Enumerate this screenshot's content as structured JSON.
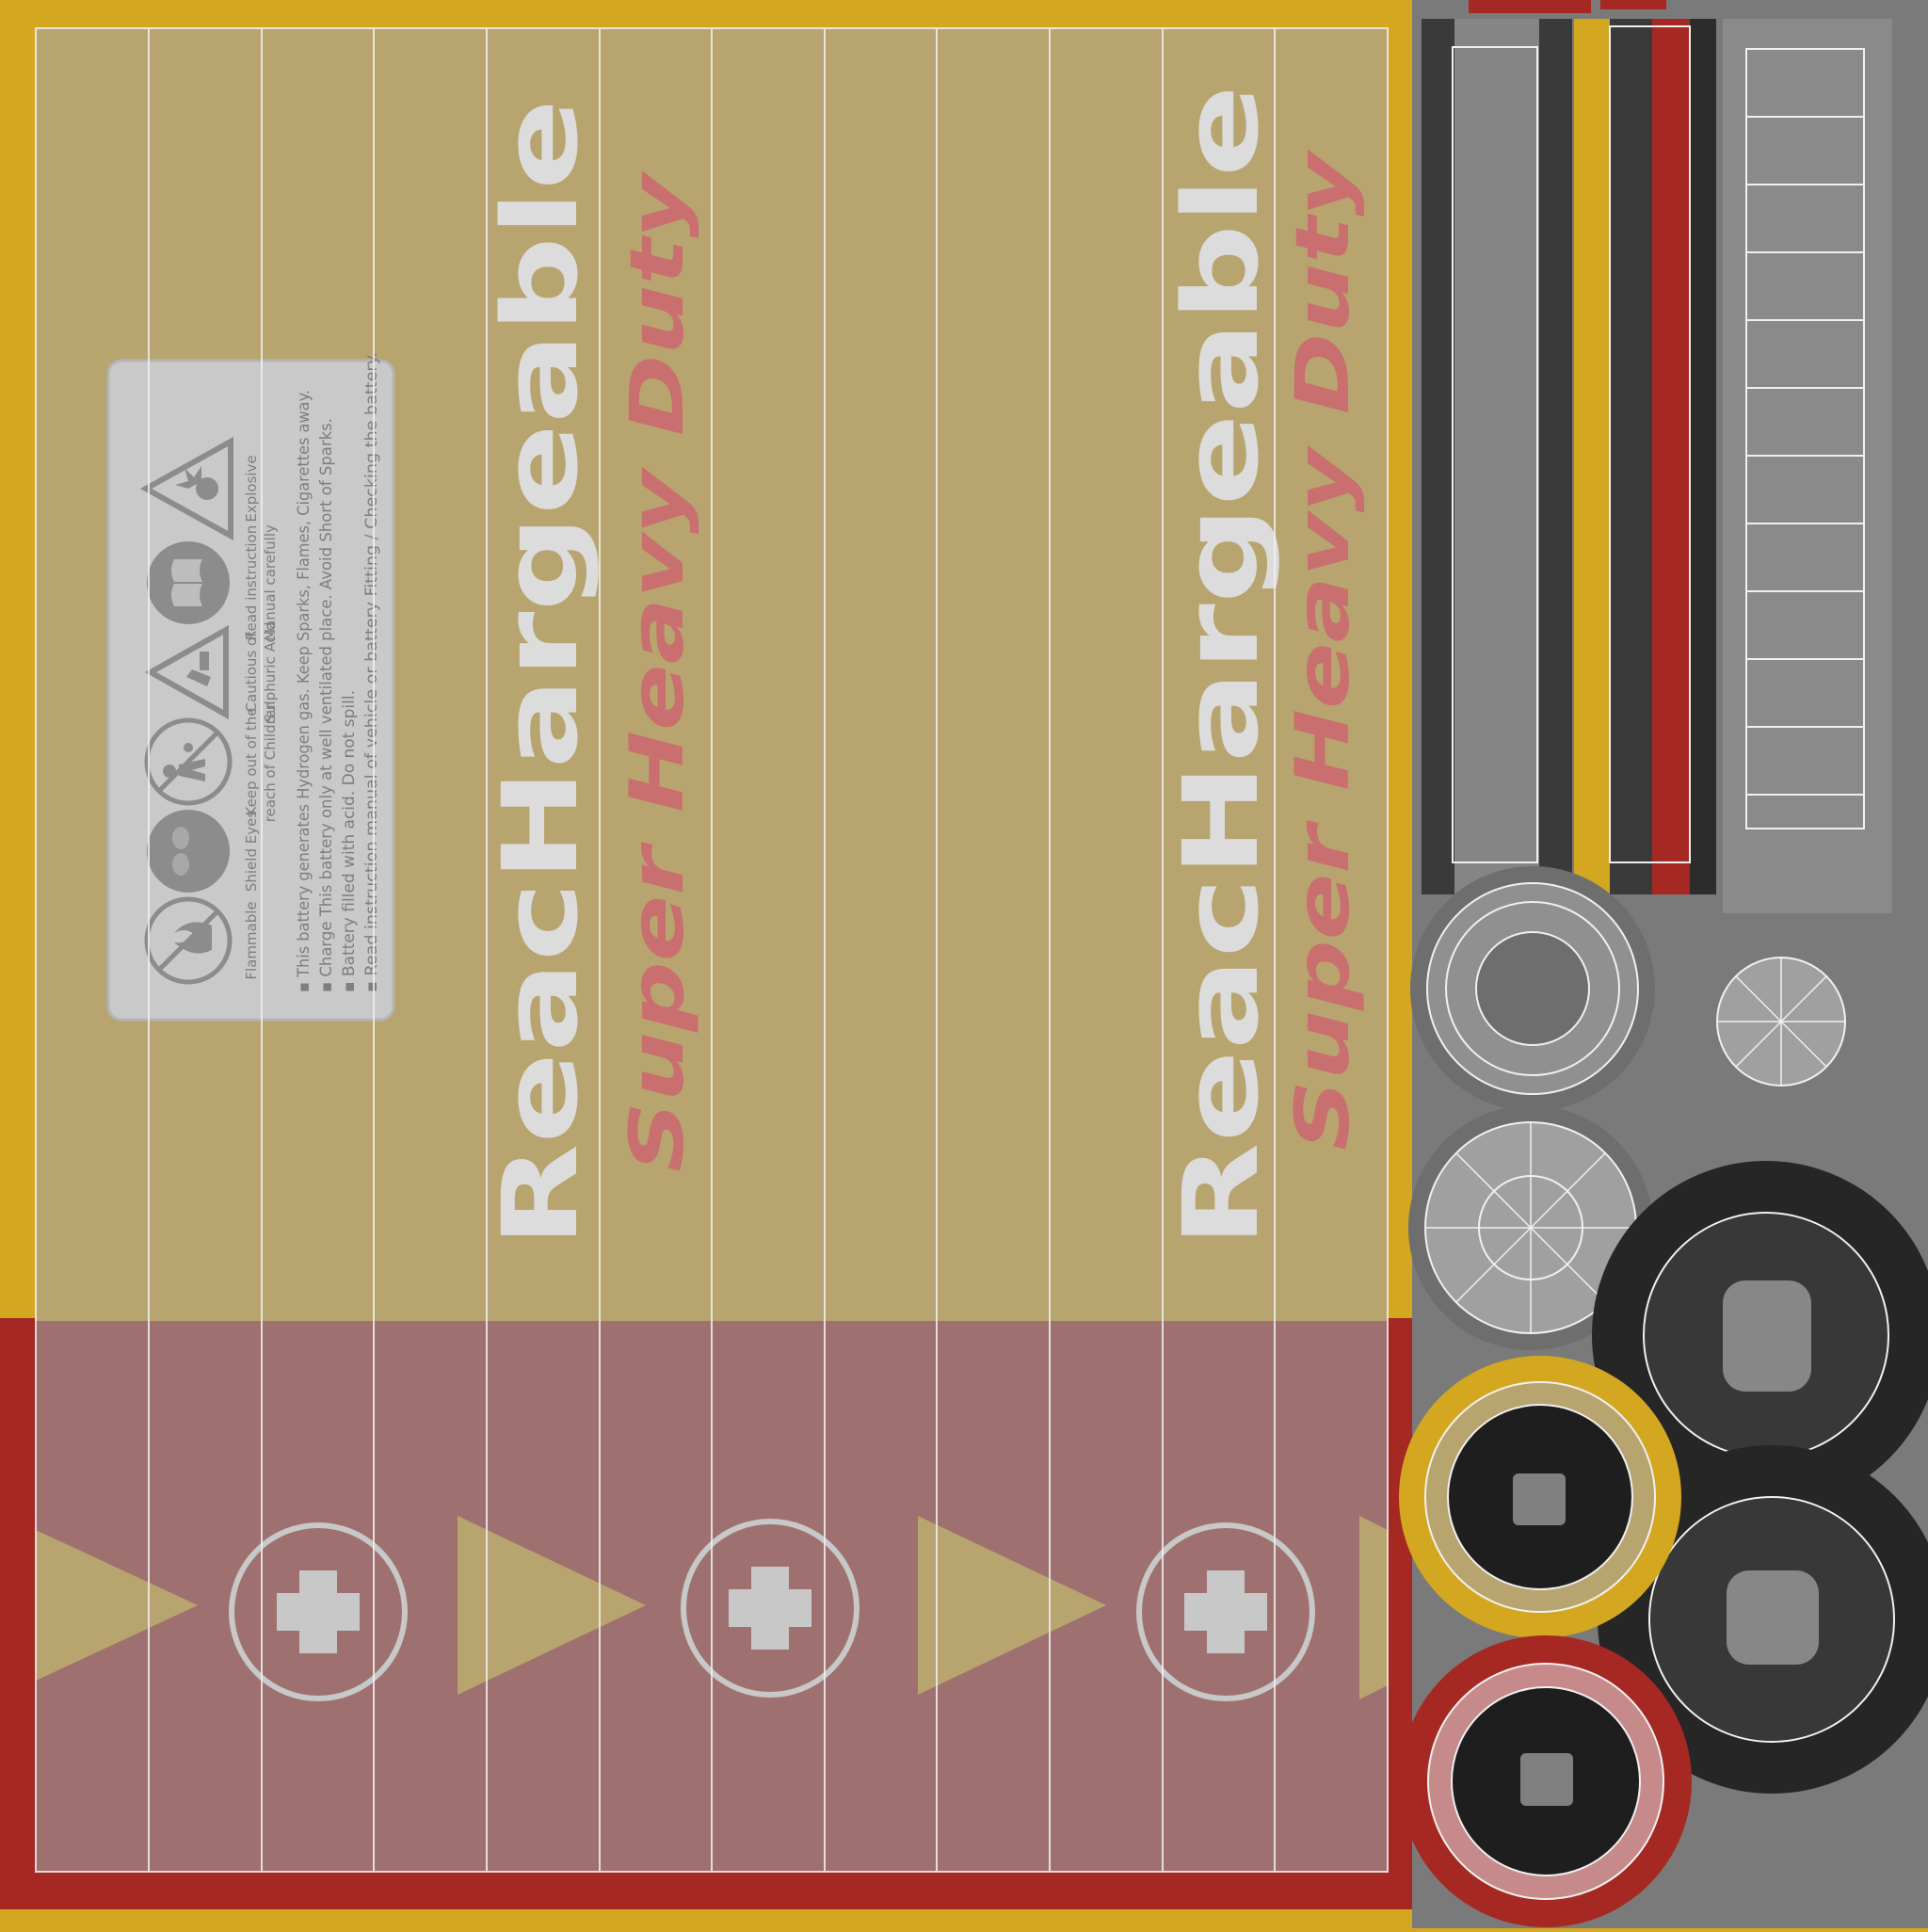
{
  "label": {
    "title": "ReacHargeable",
    "subtitle": "Super Heavy Duty"
  },
  "warning_panel": {
    "icons": [
      {
        "icon": "flammable-icon",
        "caption_lines": [
          "Flammable"
        ]
      },
      {
        "icon": "shield-eyes-icon",
        "caption_lines": [
          "Shield Eyes"
        ]
      },
      {
        "icon": "keep-away-children-icon",
        "caption_lines": [
          "Keep out of the",
          "reach of Children"
        ]
      },
      {
        "icon": "acid-icon",
        "caption_lines": [
          "Cautious of",
          "Sulphuric Acid"
        ]
      },
      {
        "icon": "manual-icon",
        "caption_lines": [
          "Read instruction",
          "Manual carefully"
        ]
      },
      {
        "icon": "explosive-icon",
        "caption_lines": [
          "Explosive"
        ]
      }
    ],
    "notes": [
      "▪ This battery generates Hydrogen gas. Keep Sparks, Flames, Cigarettes away.",
      "▪ Charge This battery only at well ventilated place. Avoid Short of Sparks.",
      "▪ Battery filled with acid. Do not spill.",
      "▪ Read instruction manual of vehicle or battery Fitting / Checking the battery."
    ]
  },
  "colors": {
    "frame_yellow": "#d3a820",
    "label_tan": "#b8a46e",
    "band_mauve": "#9e7170",
    "accent_red": "#a52822",
    "text_light": "#dcdcdc",
    "text_pink": "#c96f6f",
    "wire": "#f2f2f2",
    "grey_dark": "#3a3a3a",
    "grey_mid": "#808080",
    "black_part": "#1e1e1e"
  }
}
